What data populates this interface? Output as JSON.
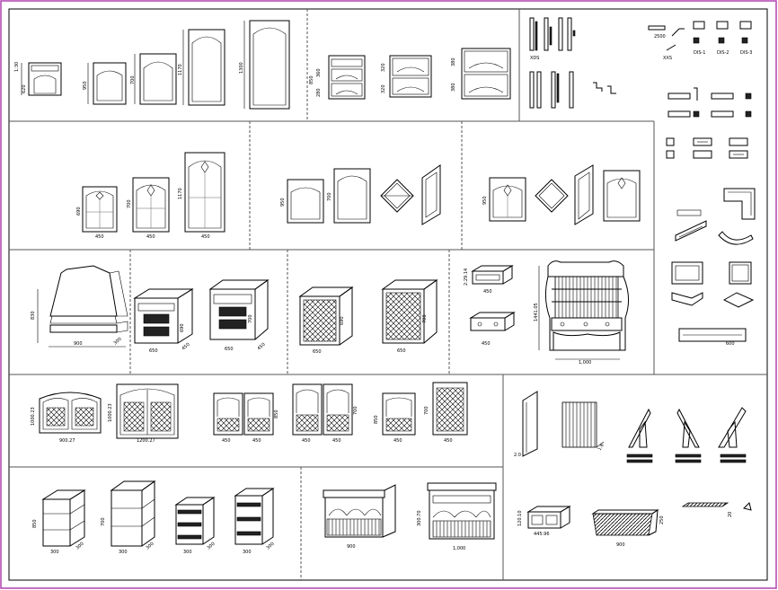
{
  "colors": {
    "border": "#b040b0",
    "line": "#000000",
    "background": "#ffffff"
  },
  "panel1": {
    "d1": "1:30",
    "d2": "620",
    "d3": "950",
    "d4": "700",
    "d5": "1170",
    "d6": "1300"
  },
  "panel2": {
    "d1": "850",
    "d2": "360",
    "d3": "280",
    "d4": "320",
    "d5": "320",
    "d6": "380",
    "d7": "380"
  },
  "panel3": {
    "d1": "XDS"
  },
  "panel4": {
    "l1": "2500",
    "l2": "XXS",
    "l3": "DIS-1",
    "l4": "DIS-2",
    "l5": "DIS-3"
  },
  "panel5": {
    "d1": "690",
    "d2": "700",
    "d3": "1170",
    "w1": "450",
    "w2": "450",
    "w3": "450"
  },
  "panel6": {
    "d1": "950",
    "d2": "700"
  },
  "panel7": {
    "d1": "950"
  },
  "panel8": {
    "d1": "830",
    "w1": "900",
    "d2": "300"
  },
  "panel9": {
    "w1": "650",
    "w2": "650",
    "d1": "690",
    "d2": "700",
    "dp1": "450",
    "dp2": "450"
  },
  "panel10": {
    "w1": "650",
    "w2": "650",
    "d1": "690",
    "d2": "700"
  },
  "panel11": {
    "d1": "2:29.14",
    "w1": "450",
    "w2": "450",
    "w3": "1,000",
    "d2": "1441.05"
  },
  "panel12": {
    "d1": "600"
  },
  "panel13": {
    "h1": "1000.23",
    "h2": "1000.23",
    "w1": "900.27",
    "w2": "1200.27",
    "w3": "450",
    "w4": "450",
    "w5": "450",
    "w6": "450",
    "w7": "450",
    "w8": "450",
    "d1": "850",
    "d2": "700",
    "d3": "850",
    "d4": "700"
  },
  "panel14": {
    "d1": "2.0",
    "d2": "1.6"
  },
  "panel15": {
    "d1": "850",
    "d2": "700",
    "w1": "300",
    "w2": "300",
    "w3": "300",
    "w4": "300",
    "dp1": "300",
    "dp2": "300",
    "dp3": "300",
    "dp4": "300"
  },
  "panel16": {
    "w1": "900",
    "w2": "1,000",
    "d1": "300.70",
    "d2": "120.10",
    "w3": "445.96",
    "w4": "900",
    "d3": "250",
    "l1": "20"
  }
}
